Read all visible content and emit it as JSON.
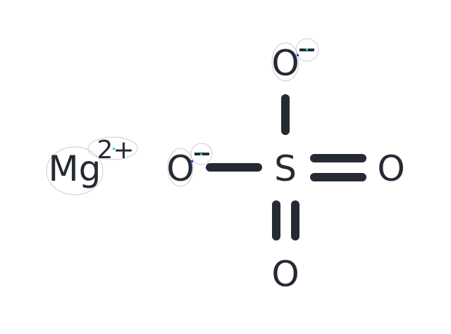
{
  "colors": {
    "ink": "#262a33",
    "highlight_stroke": "#cccccc",
    "marker_cyan": "#19d3d3",
    "marker_blue": "#2244ff"
  },
  "cation": {
    "symbol": "Mg",
    "charge": "2+"
  },
  "anion": {
    "central": "S",
    "oxygen_top": "O",
    "oxygen_left": "O",
    "oxygen_right": "O",
    "oxygen_bottom": "O",
    "charge_top": "−",
    "charge_left": "−"
  },
  "bonds": [
    {
      "from": "S",
      "to": "oxygen_top",
      "order": 1
    },
    {
      "from": "S",
      "to": "oxygen_left",
      "order": 1
    },
    {
      "from": "S",
      "to": "oxygen_right",
      "order": 2
    },
    {
      "from": "S",
      "to": "oxygen_bottom",
      "order": 2
    }
  ]
}
